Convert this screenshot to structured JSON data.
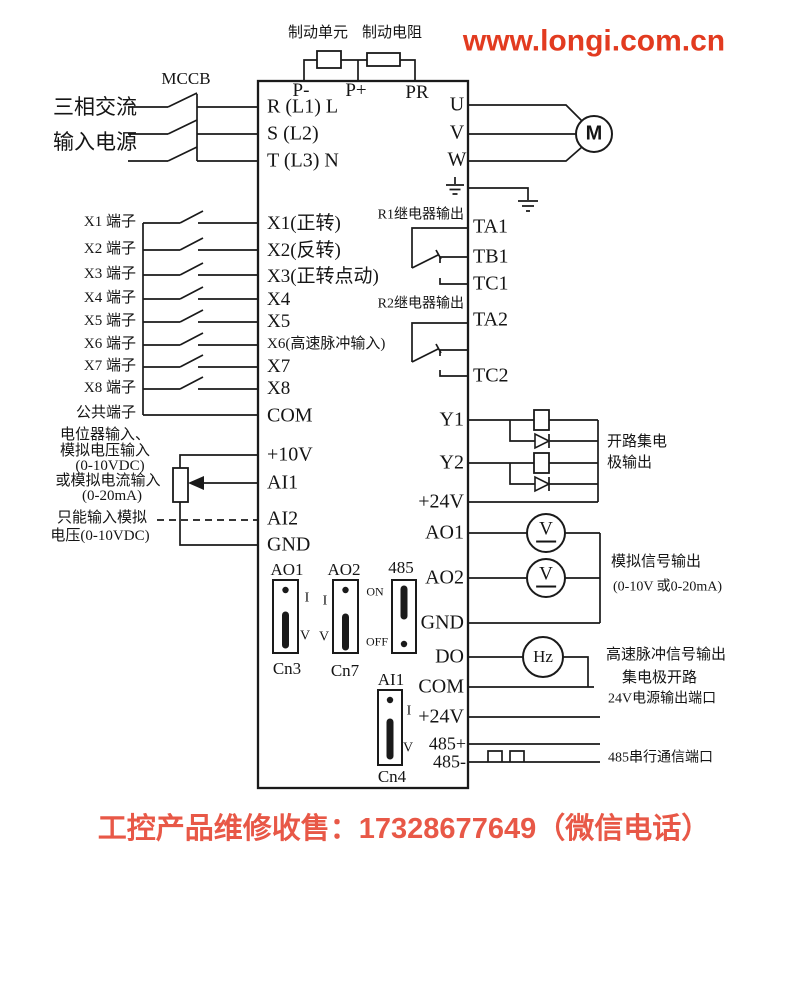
{
  "page": {
    "website": "www.longi.com.cn",
    "footer": "工控产品维修收售：17328677649（微信电话）"
  },
  "top": {
    "brake_unit": "制动单元",
    "brake_resistor": "制动电阻",
    "p_minus": "P-",
    "p_plus": "P+",
    "pr": "PR"
  },
  "power": {
    "mccb": "MCCB",
    "source_line1": "三相交流",
    "source_line2": "输入电源",
    "rows": [
      "R (L1) L",
      "S (L2)",
      "T (L3) N"
    ]
  },
  "outputs": {
    "u": "U",
    "v": "V",
    "w": "W",
    "motor": "M"
  },
  "digital": {
    "external": [
      "X1 端子",
      "X2 端子",
      "X3 端子",
      "X4 端子",
      "X5 端子",
      "X6 端子",
      "X7 端子",
      "X8 端子"
    ],
    "common_external": "公共端子",
    "internal": [
      "X1(正转)",
      "X2(反转)",
      "X3(正转点动)",
      "X4",
      "X5",
      "X6(高速脉冲输入)",
      "X7",
      "X8"
    ],
    "com": "COM"
  },
  "analog_in": {
    "t10v": "+10V",
    "ai1": "AI1",
    "ai2": "AI2",
    "gnd": "GND",
    "note": [
      "电位器输入、",
      "模拟电压输入",
      "(0-10VDC)",
      "或模拟电流输入",
      "(0-20mA)",
      "只能输入模拟",
      "电压(0-10VDC)"
    ]
  },
  "jumpers": {
    "cn3": {
      "title": "AO1",
      "i": "I",
      "v": "V",
      "name": "Cn3"
    },
    "cn7": {
      "title": "AO2",
      "i": "I",
      "v": "V",
      "name": "Cn7"
    },
    "sw485": {
      "title": "485",
      "on": "ON",
      "off": "OFF"
    },
    "cn4": {
      "title": "AI1",
      "i": "I",
      "v": "V",
      "name": "Cn4"
    }
  },
  "relays": {
    "r1_label": "R1继电器输出",
    "ta1": "TA1",
    "tb1": "TB1",
    "tc1": "TC1",
    "r2_label": "R2继电器输出",
    "ta2": "TA2",
    "tc2": "TC2"
  },
  "right": {
    "y1": "Y1",
    "y2": "Y2",
    "p24_1": "+24V",
    "oc_note1": "开路集电",
    "oc_note2": "极输出",
    "ao1": "AO1",
    "ao2": "AO2",
    "gnd": "GND",
    "meter_v": "V",
    "hz": "Hz",
    "analog_note1": "模拟信号输出",
    "analog_note2": "(0-10V 或0-20mA)",
    "do": "DO",
    "com": "COM",
    "pulse_note1": "高速脉冲信号输出",
    "pulse_note2": "集电极开路",
    "p24_2": "+24V",
    "p24_note": "24V电源输出端口",
    "rs485_plus": "485+",
    "rs485_minus": "485-",
    "rs485_note": "485串行通信端口"
  }
}
